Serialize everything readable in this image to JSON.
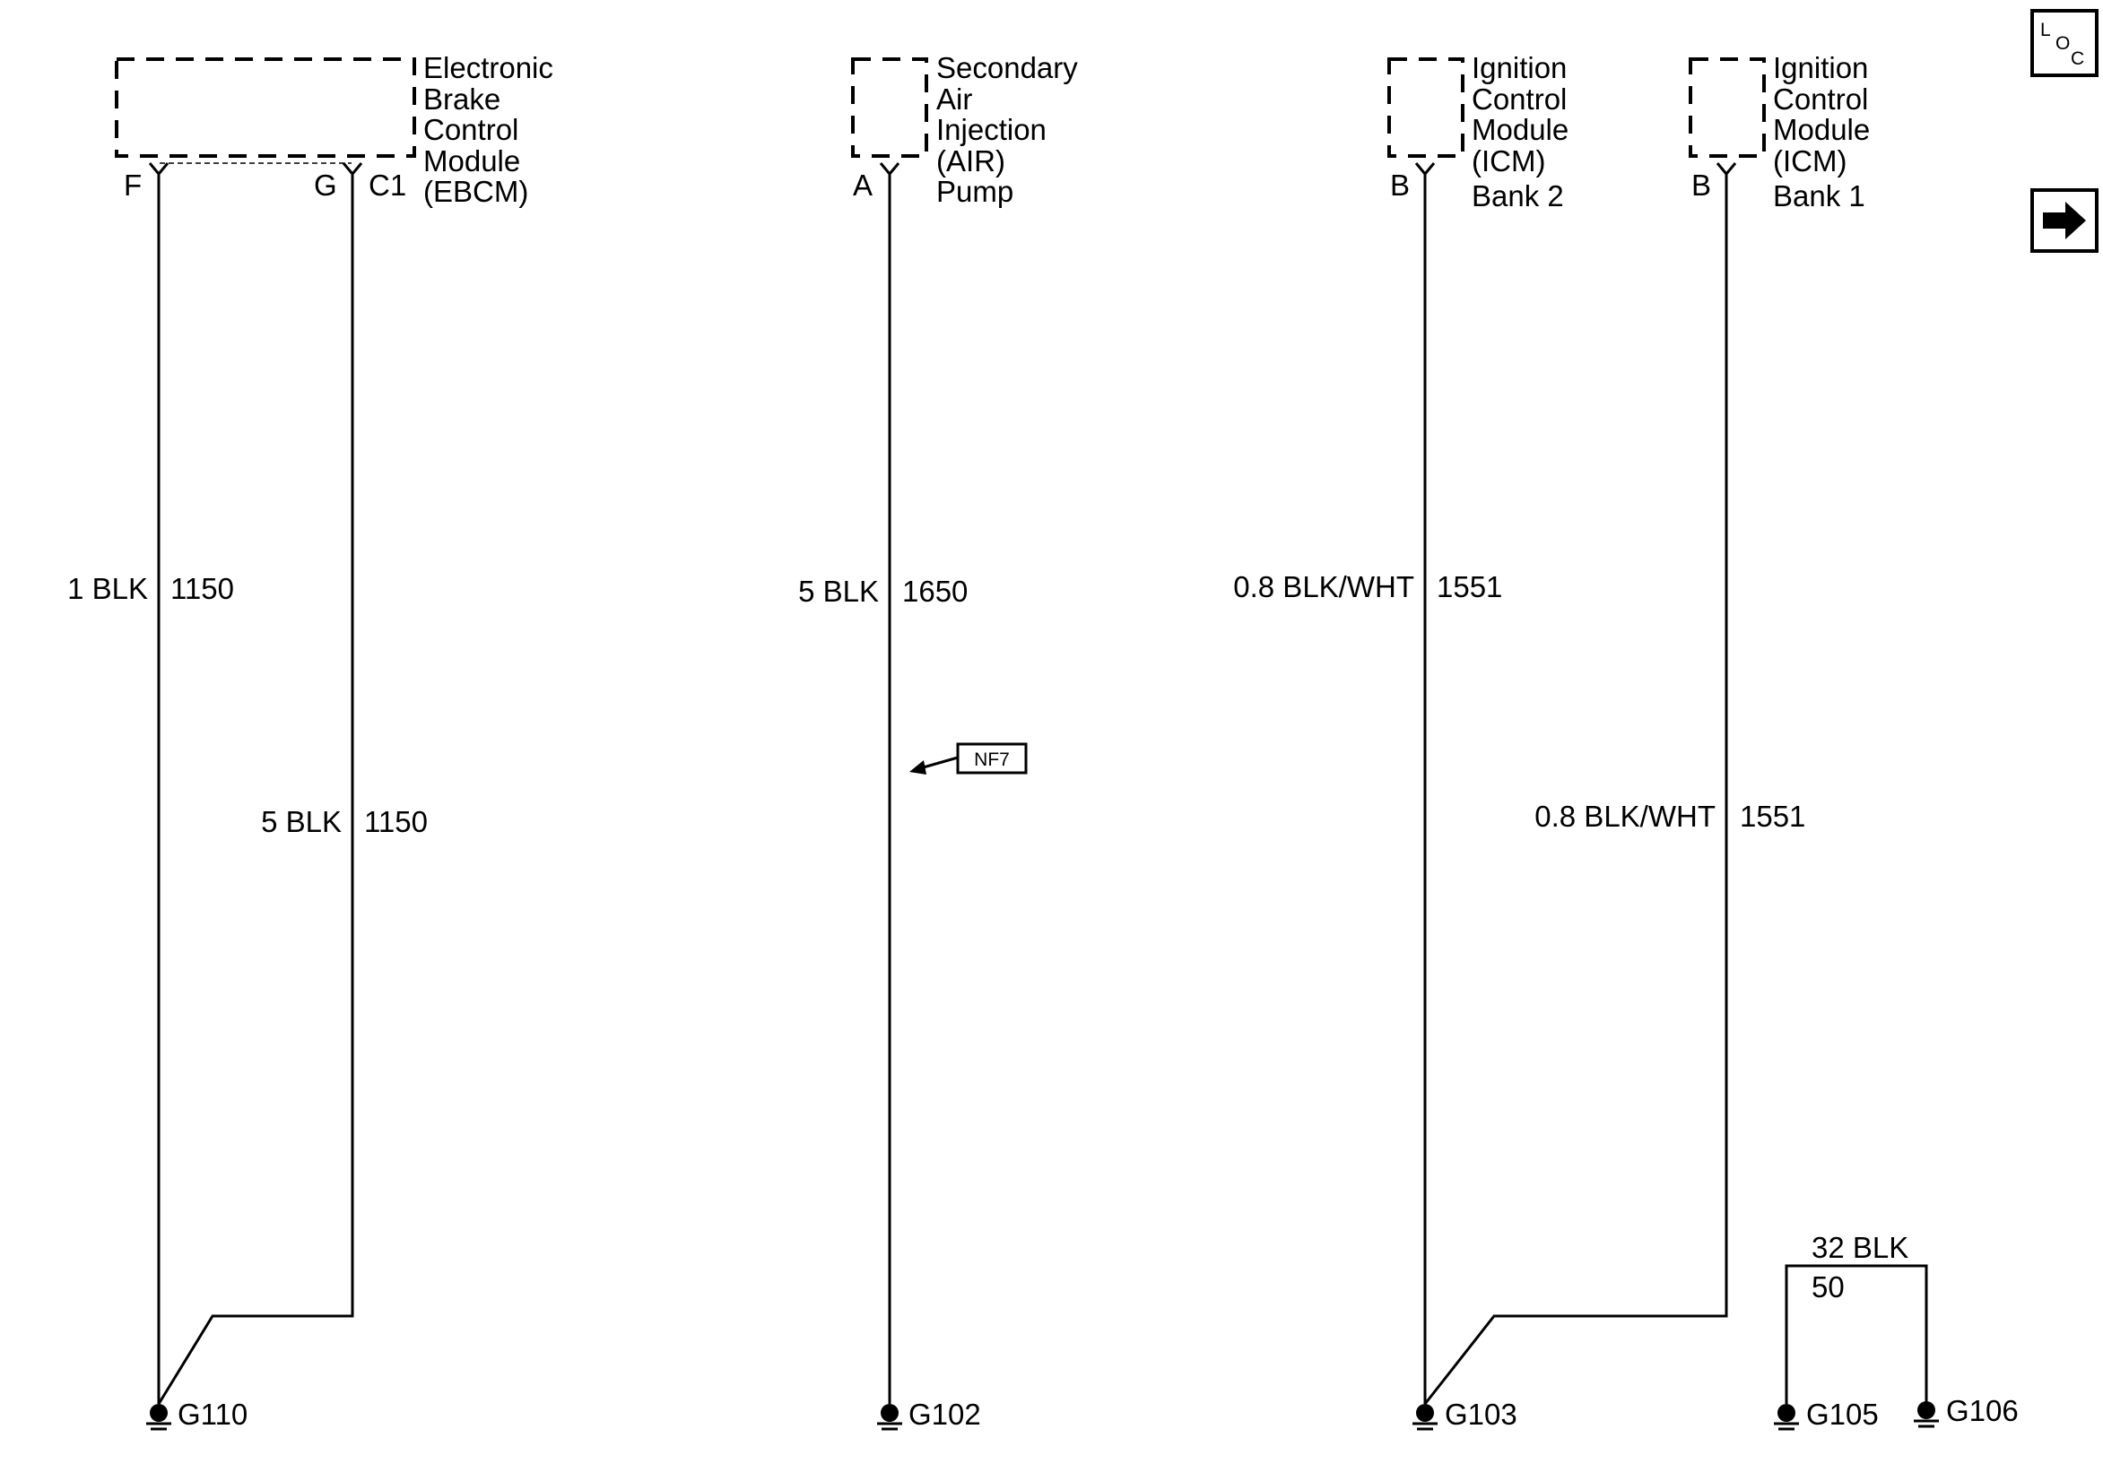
{
  "components": {
    "ebcm": {
      "name_lines": [
        "Electronic",
        "Brake",
        "Control",
        "Module",
        "(EBCM)"
      ],
      "pins": [
        "F",
        "G"
      ],
      "connector": "C1"
    },
    "air_pump": {
      "name_lines": [
        "Secondary",
        "Air",
        "Injection",
        "(AIR)",
        "Pump"
      ],
      "pin": "A"
    },
    "icm_bank2": {
      "name_lines": [
        "Ignition",
        "Control",
        "Module",
        "(ICM)",
        "Bank 2"
      ],
      "pin": "B"
    },
    "icm_bank1": {
      "name_lines": [
        "Ignition",
        "Control",
        "Module",
        "(ICM)",
        "Bank 1"
      ],
      "pin": "B"
    }
  },
  "wires": [
    {
      "label": "1 BLK",
      "circuit": "1150"
    },
    {
      "label": "5 BLK",
      "circuit": "1150"
    },
    {
      "label": "5 BLK",
      "circuit": "1650"
    },
    {
      "label": "0.8 BLK/WHT",
      "circuit": "1551"
    },
    {
      "label": "0.8 BLK/WHT",
      "circuit": "1551"
    },
    {
      "label": "32 BLK",
      "circuit": "50"
    }
  ],
  "grounds": [
    "G110",
    "G102",
    "G103",
    "G105",
    "G106"
  ],
  "callout": {
    "label": "NF7"
  },
  "nav": {
    "loc_letters": [
      "L",
      "O",
      "C"
    ],
    "arrow_icon": "right-arrow-icon"
  }
}
